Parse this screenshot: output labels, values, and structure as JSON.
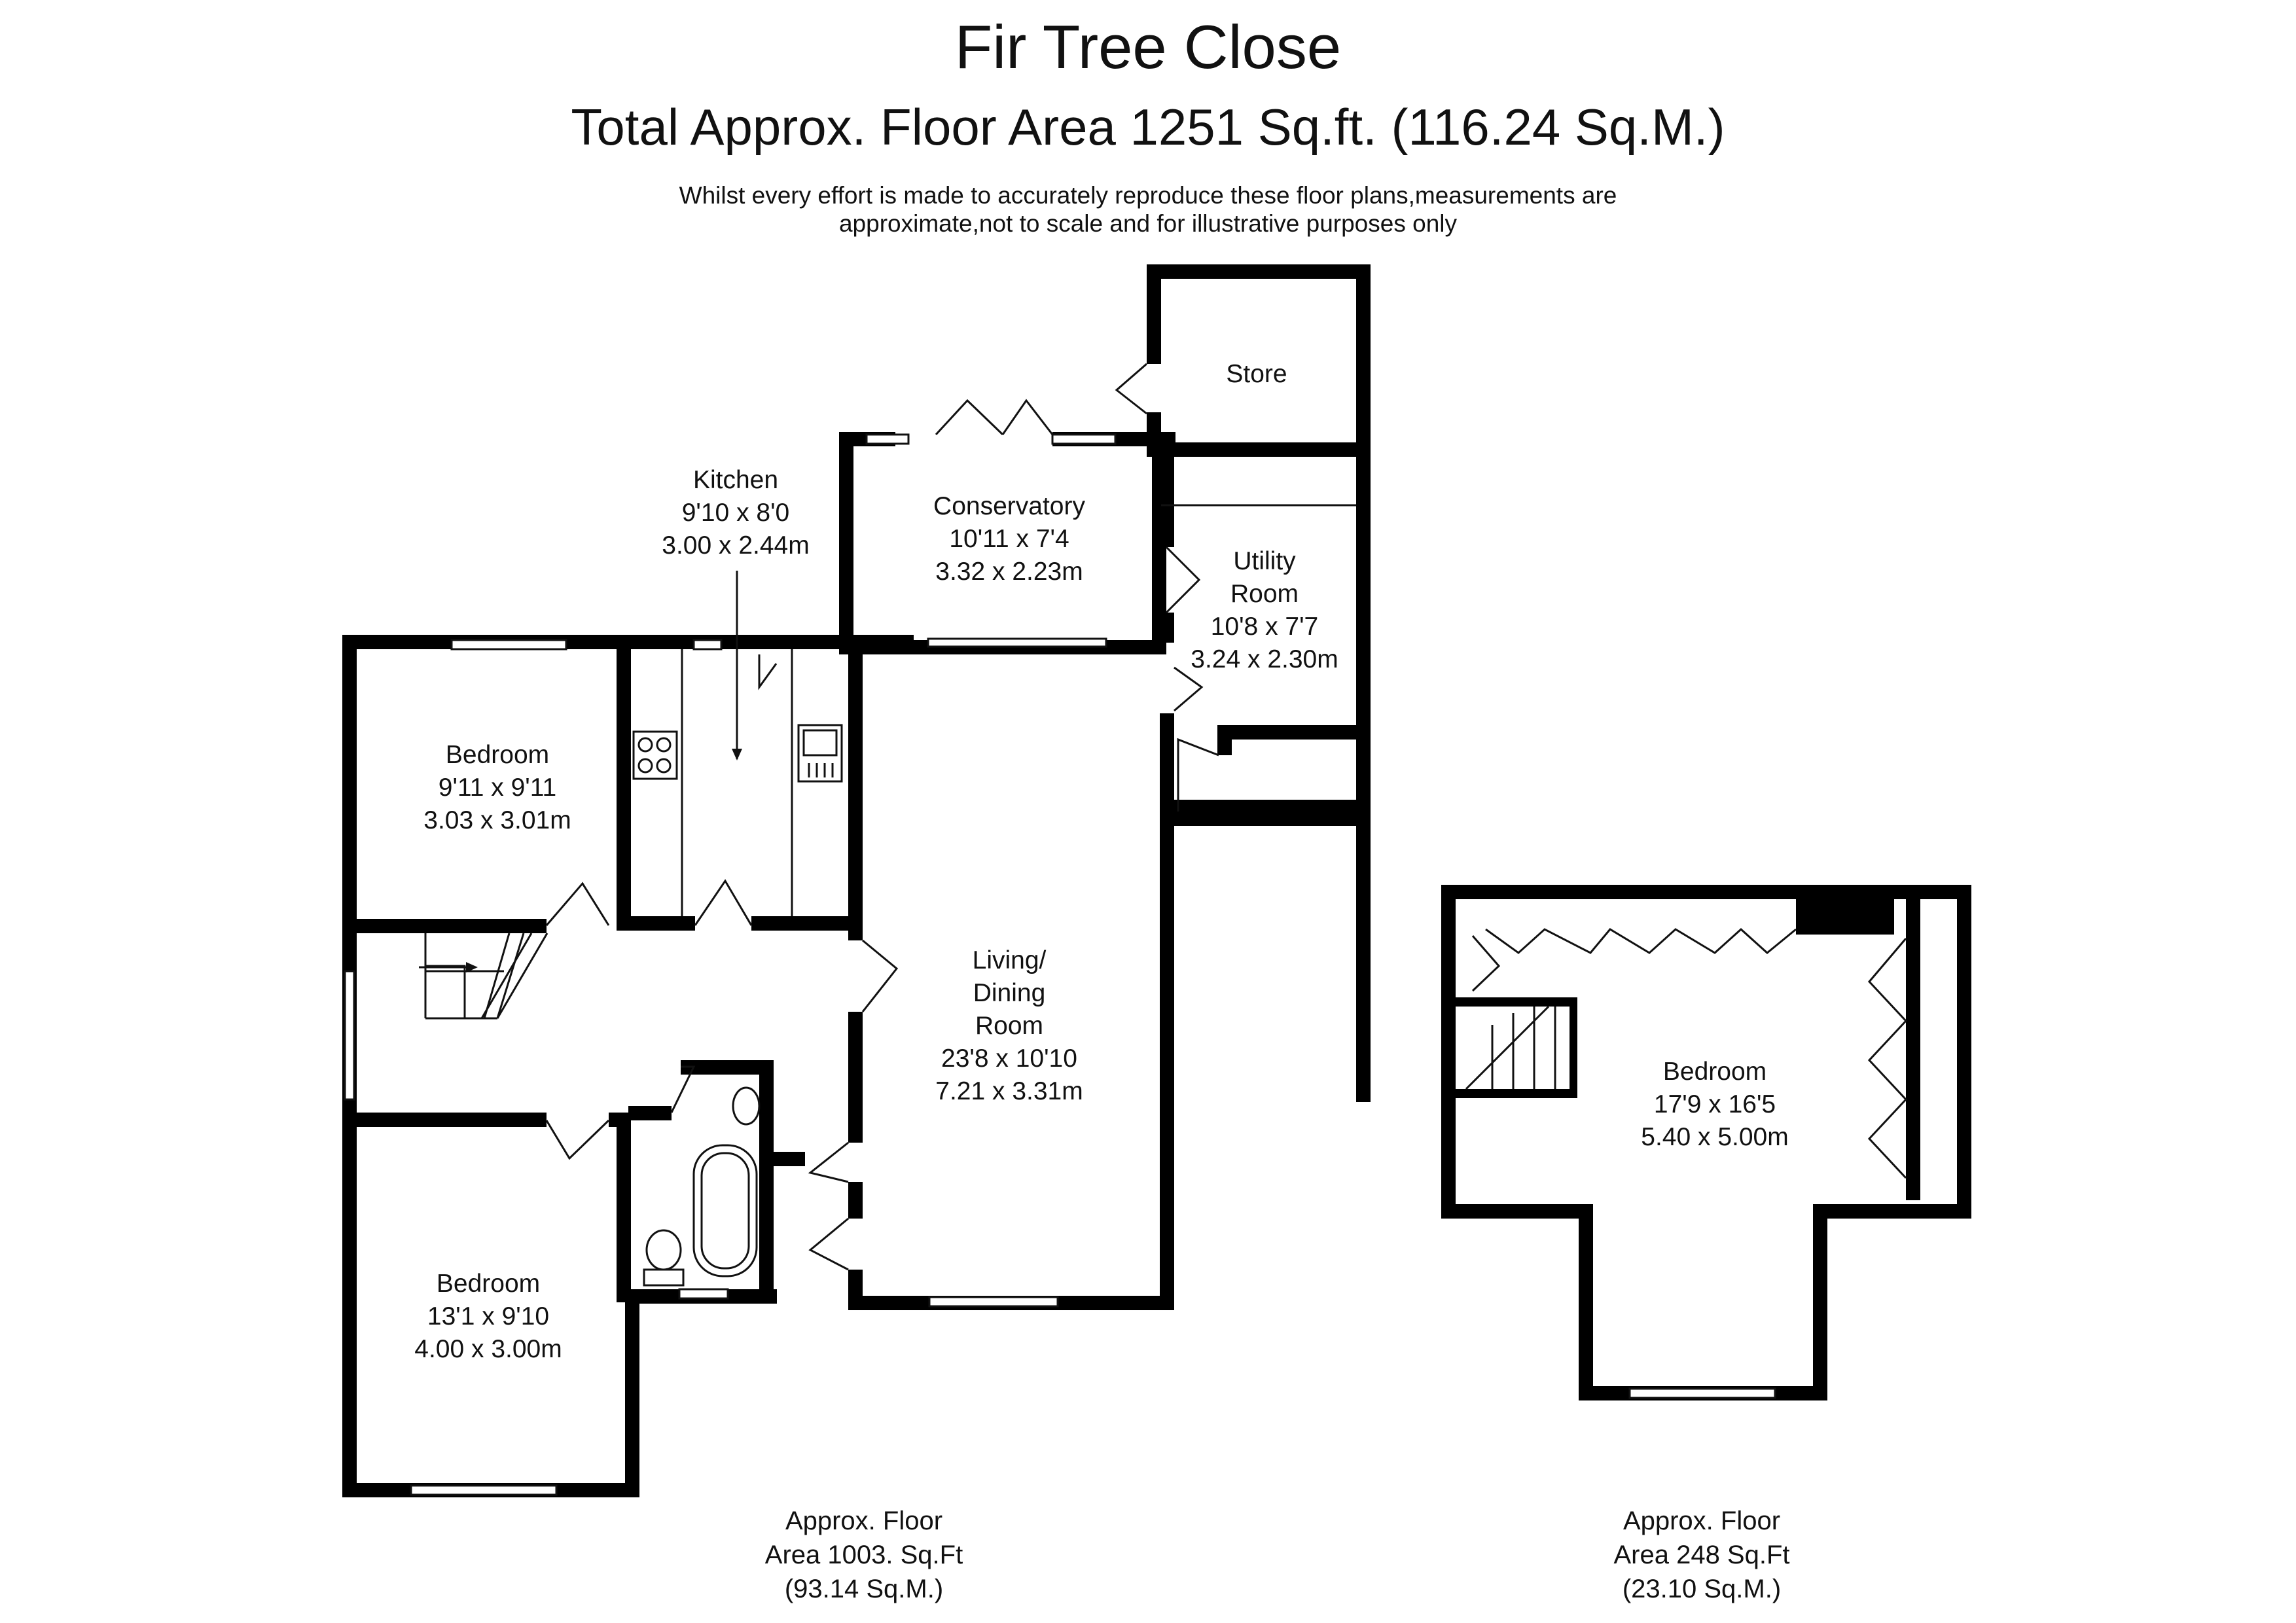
{
  "header": {
    "title": "Fir Tree Close",
    "total_area": "Total Approx. Floor Area 1251 Sq.ft. (116.24 Sq.M.)",
    "disclaimer_line1": "Whilst every effort is made to accurately reproduce these floor plans,measurements are",
    "disclaimer_line2": "approximate,not to scale and for illustrative purposes only"
  },
  "rooms": {
    "store": {
      "name": "Store"
    },
    "conservatory": {
      "name": "Conservatory",
      "imperial": "10'11 x 7'4",
      "metric": "3.32 x 2.23m"
    },
    "kitchen": {
      "name": "Kitchen",
      "imperial": "9'10 x 8'0",
      "metric": "3.00 x 2.44m"
    },
    "utility": {
      "name_line1": "Utility",
      "name_line2": "Room",
      "imperial": "10'8 x 7'7",
      "metric": "3.24 x 2.30m"
    },
    "bedroom1": {
      "name": "Bedroom",
      "imperial": "9'11 x 9'11",
      "metric": "3.03 x 3.01m"
    },
    "living": {
      "name_line1": "Living/",
      "name_line2": "Dining",
      "name_line3": "Room",
      "imperial": "23'8 x 10'10",
      "metric": "7.21 x 3.31m"
    },
    "bedroom2": {
      "name": "Bedroom",
      "imperial": "13'1 x 9'10",
      "metric": "4.00 x 3.00m"
    },
    "bedroom3": {
      "name": "Bedroom",
      "imperial": "17'9 x 16'5",
      "metric": "5.40 x 5.00m"
    }
  },
  "floors": {
    "ground": {
      "line1": "Approx. Floor",
      "line2": "Area 1003. Sq.Ft",
      "line3": "(93.14 Sq.M.)"
    },
    "first": {
      "line1": "Approx. Floor",
      "line2": "Area 248 Sq.Ft",
      "line3": "(23.10 Sq.M.)"
    }
  }
}
